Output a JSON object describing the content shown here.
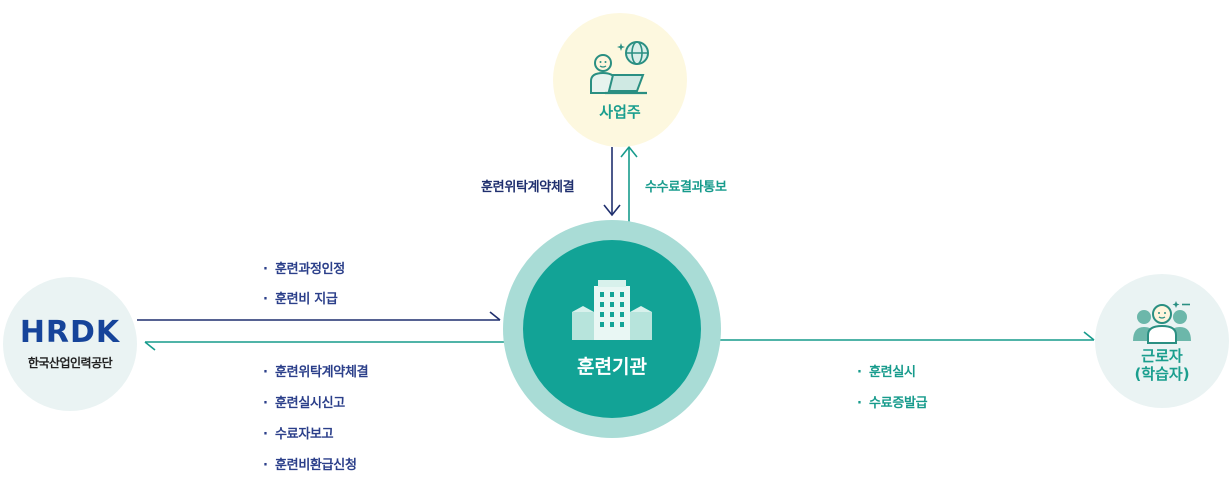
{
  "nodes": {
    "employer": {
      "label": "사업주"
    },
    "hrdk": {
      "logo": "HRDK",
      "label": "한국산업인력공단"
    },
    "center": {
      "label": "훈련기관"
    },
    "worker": {
      "label_line1": "근로자",
      "label_line2": "(학습자)"
    }
  },
  "edges": {
    "employer_to_center": "훈련위탁계약체결",
    "center_to_employer": "수수료결과통보",
    "hrdk_to_center": [
      "훈련과정인정",
      "훈련비 지급"
    ],
    "center_to_hrdk": [
      "훈련위탁계약체결",
      "훈련실시신고",
      "수료자보고",
      "훈련비환급신청"
    ],
    "center_to_worker": [
      "훈련실시",
      "수료증발급"
    ]
  },
  "colors": {
    "navy": "#1f2f6e",
    "teal": "#179b8c",
    "center_fill": "#12a396",
    "center_ring": "#a9dcd6",
    "employer_bg": "#fdf8df",
    "side_bg": "#eaf3f3"
  }
}
